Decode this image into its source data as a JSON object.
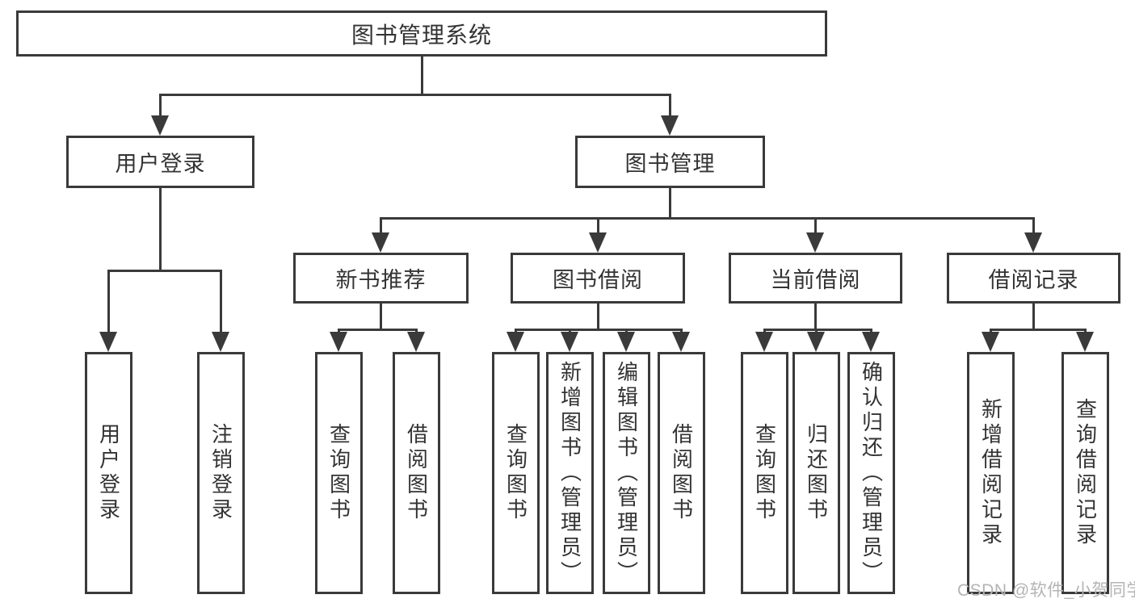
{
  "root": {
    "label": "图书管理系统"
  },
  "branches": {
    "user_login": {
      "label": "用户登录",
      "children": [
        {
          "label": "用户登录"
        },
        {
          "label": "注销登录"
        }
      ]
    },
    "book_management": {
      "label": "图书管理",
      "sections": [
        {
          "label": "新书推荐",
          "children": [
            {
              "label": "查询图书"
            },
            {
              "label": "借阅图书"
            }
          ]
        },
        {
          "label": "图书借阅",
          "children": [
            {
              "label": "查询图书"
            },
            {
              "label": "新增图书（管理员）"
            },
            {
              "label": "编辑图书（管理员）"
            },
            {
              "label": "借阅图书"
            }
          ]
        },
        {
          "label": "当前借阅",
          "children": [
            {
              "label": "查询图书"
            },
            {
              "label": "归还图书"
            },
            {
              "label": "确认归还（管理员）"
            }
          ]
        },
        {
          "label": "借阅记录",
          "children": [
            {
              "label": "新增借阅记录"
            },
            {
              "label": "查询借阅记录"
            }
          ]
        }
      ]
    }
  },
  "watermark": {
    "text": "CSDN @软件_小贺同学",
    "color": "#b4b4b4"
  },
  "colors": {
    "line": "#3a3a3a",
    "border": "#3a3a3a",
    "text": "#333333",
    "background": "#ffffff"
  }
}
